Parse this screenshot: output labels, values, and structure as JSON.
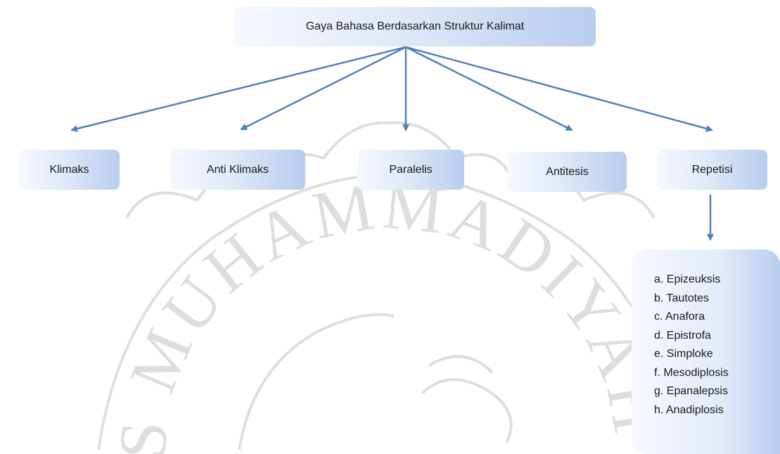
{
  "diagram": {
    "root": {
      "label": "Gaya Bahasa Berdasarkan Struktur Kalimat"
    },
    "children": [
      {
        "label": "Klimaks"
      },
      {
        "label": "Anti Klimaks"
      },
      {
        "label": "Paralelis"
      },
      {
        "label": "Antitesis"
      },
      {
        "label": "Repetisi"
      }
    ],
    "repetisi_items": [
      "a. Epizeuksis",
      "b. Tautotes",
      "c. Anafora",
      "d. Epistrofa",
      "e. Simploke",
      "f. Mesodiplosis",
      "g. Epanalepsis",
      "h. Anadiplosis"
    ],
    "colors": {
      "arrow": "#4f81bd",
      "node_light": "#f6f9fe",
      "node_dark": "#b8cdef",
      "text": "#1b1b1b",
      "watermark": "#c8c8c8"
    }
  },
  "watermark": {
    "text": "UNIVERSITAS MUHAMMADIYAH SURAKARTA"
  }
}
